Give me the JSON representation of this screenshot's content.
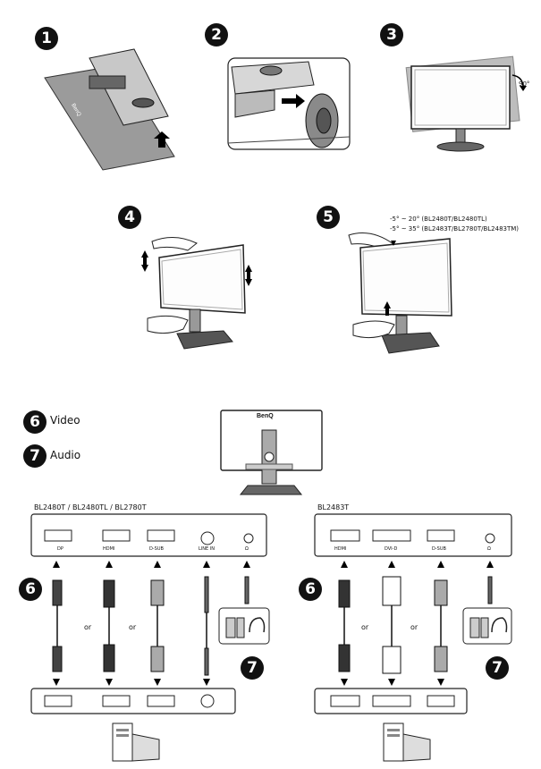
{
  "steps": {
    "s1": "1",
    "s2": "2",
    "s3": "3",
    "s4": "4",
    "s5": "5"
  },
  "step3": {
    "rotation": "90°"
  },
  "step5": {
    "angle_1": "-5° ~ 20° (BL2480T/BL2480TL)",
    "angle_2": "-5° ~ 35° (BL2483T/BL2780T/BL2483TM)"
  },
  "legend": {
    "video_num": "6",
    "video_label": "Video",
    "audio_num": "7",
    "audio_label": "Audio"
  },
  "brand": "BenQ",
  "left_panel": {
    "model": "BL2480T / BL2480TL / BL2780T",
    "ports": [
      "DP",
      "HDMI",
      "D-SUB",
      "LINE IN",
      "Ω"
    ],
    "or_1": "or",
    "or_2": "or",
    "video_num": "6",
    "audio_num": "7"
  },
  "right_panel": {
    "model": "BL2483T",
    "ports": [
      "HDMI",
      "DVI-D",
      "D-SUB",
      "Ω"
    ],
    "or_1": "or",
    "or_2": "or",
    "video_num": "6",
    "audio_num": "7"
  }
}
